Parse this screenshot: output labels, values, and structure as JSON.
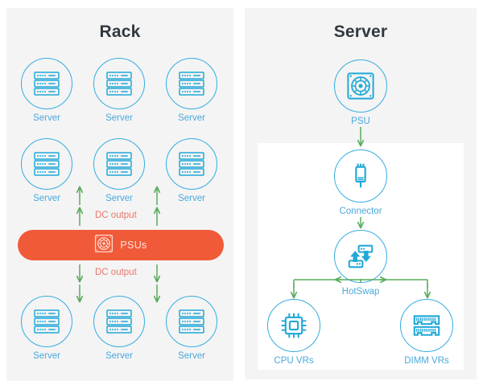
{
  "diagram": {
    "title_left": "Rack",
    "title_right": "Server",
    "colors": {
      "teal": "#35ade0",
      "label_blue": "#4aa9dd",
      "orange": "#f15a38",
      "dc_text": "#e8776a",
      "arrow_green": "#58ac5c",
      "panel_bg": "#f4f4f4",
      "title_gray": "#313840",
      "card_white": "#ffffff"
    }
  },
  "rack": {
    "title": "Rack",
    "servers_top": [
      {
        "label": "Server",
        "icon": "server-rack-icon"
      },
      {
        "label": "Server",
        "icon": "server-rack-icon"
      },
      {
        "label": "Server",
        "icon": "server-rack-icon"
      }
    ],
    "servers_middle": [
      {
        "label": "Server",
        "icon": "server-rack-icon"
      },
      {
        "label": "Server",
        "icon": "server-rack-icon"
      },
      {
        "label": "Server",
        "icon": "server-rack-icon"
      }
    ],
    "servers_bottom": [
      {
        "label": "Server",
        "icon": "server-rack-icon"
      },
      {
        "label": "Server",
        "icon": "server-rack-icon"
      },
      {
        "label": "Server",
        "icon": "server-rack-icon"
      }
    ],
    "psu_bar": {
      "label": "PSUs",
      "icon": "psu-fan-icon"
    },
    "flow_label_up": "DC output",
    "flow_label_down": "DC output"
  },
  "server": {
    "title": "Server",
    "nodes": [
      {
        "label": "PSU",
        "icon": "psu-fan-icon"
      },
      {
        "label": "Connector",
        "icon": "connector-plug-icon"
      },
      {
        "label": "HotSwap",
        "icon": "hotswap-arrows-icon"
      },
      {
        "label": "CPU VRs",
        "icon": "cpu-chip-icon"
      },
      {
        "label": "DIMM VRs",
        "icon": "dimm-memory-icon"
      }
    ]
  }
}
